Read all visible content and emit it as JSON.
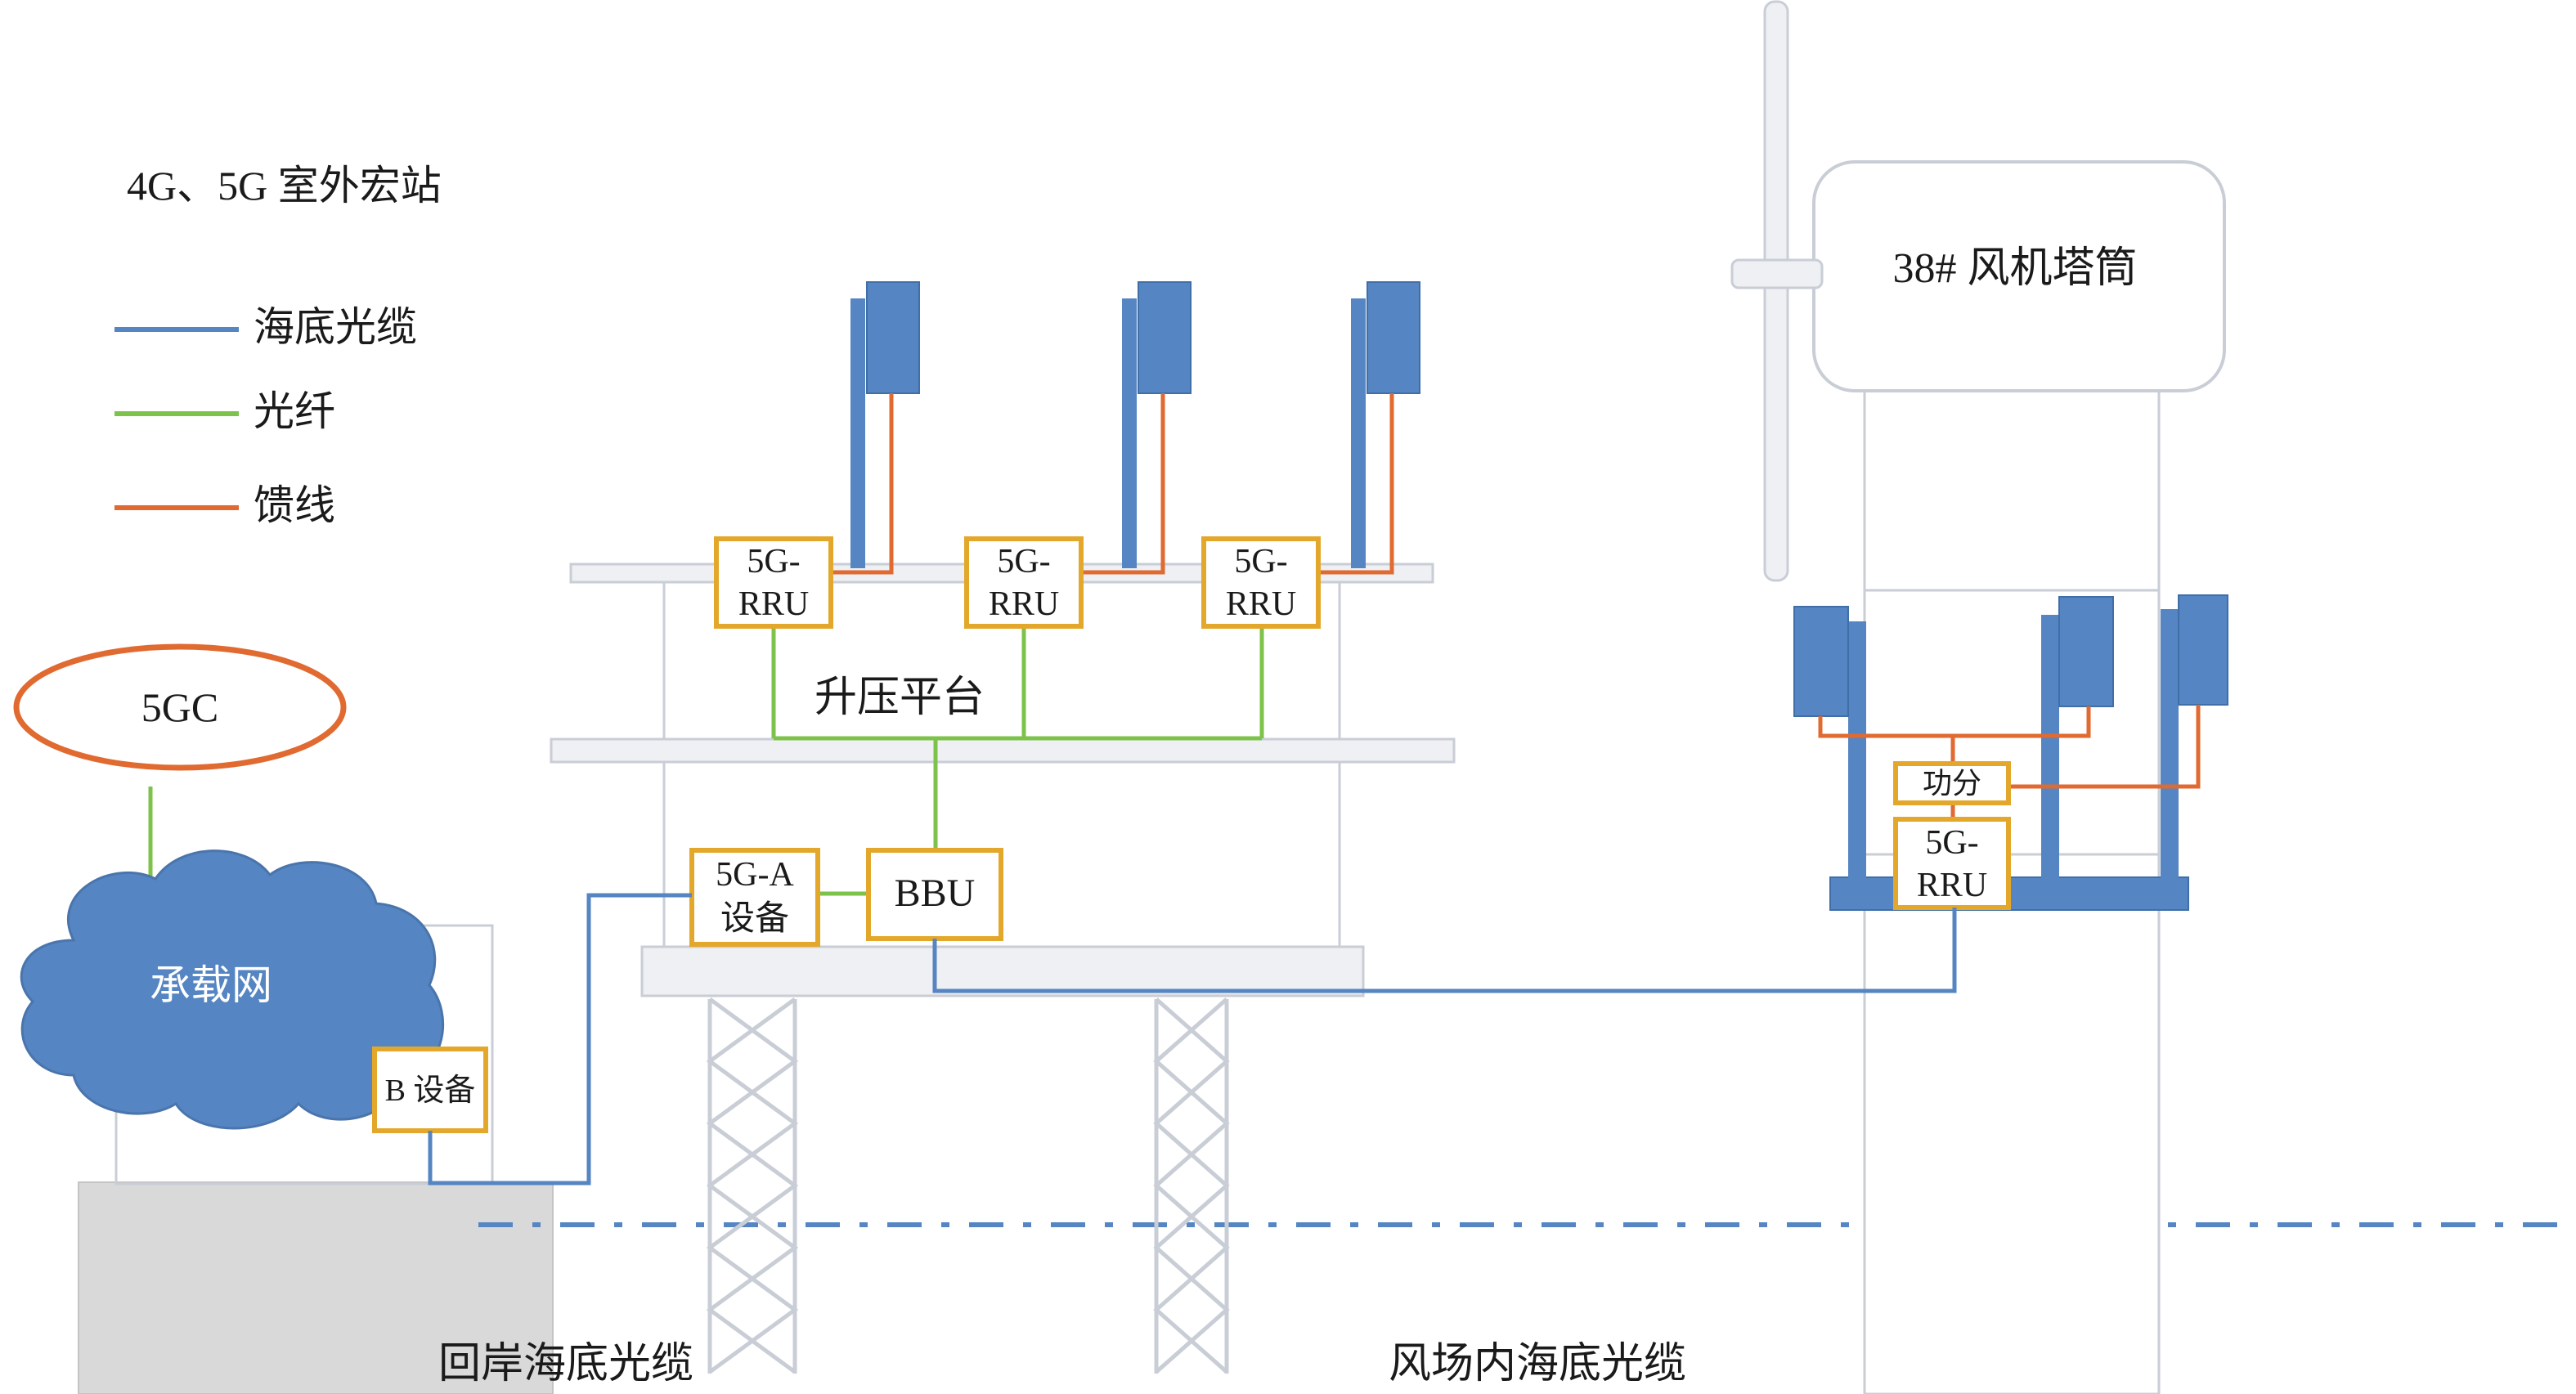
{
  "legend": {
    "title": "4G、5G 室外宏站",
    "items": [
      {
        "label": "海底光缆",
        "color": "#5585c2"
      },
      {
        "label": "光纤",
        "color": "#7dc24a"
      },
      {
        "label": "馈线",
        "color": "#e06a30"
      }
    ]
  },
  "core": {
    "label": "5GC"
  },
  "cloud": {
    "label": "承载网"
  },
  "b_device": {
    "label": "B 设备"
  },
  "platform": {
    "label": "升压平台",
    "rru_top": [
      "5G-",
      "5G-",
      "5G-"
    ],
    "rru_bottom": [
      "RRU",
      "RRU",
      "RRU"
    ]
  },
  "a_device": {
    "line1": "5G-A",
    "line2": "设备"
  },
  "bbu": {
    "label": "BBU"
  },
  "tower": {
    "label": "38# 风机塔筒",
    "splitter": "功分",
    "rru_top": "5G-",
    "rru_bottom": "RRU"
  },
  "cables": {
    "shore": "回岸海底光缆",
    "field": "风场内海底光缆"
  },
  "colors": {
    "submarine": "#5585c2",
    "fiber": "#7dc24a",
    "feeder": "#e06a30",
    "device_border": "#e3a82b",
    "antenna": "#5585c2",
    "structure": "#c9cdd6"
  }
}
